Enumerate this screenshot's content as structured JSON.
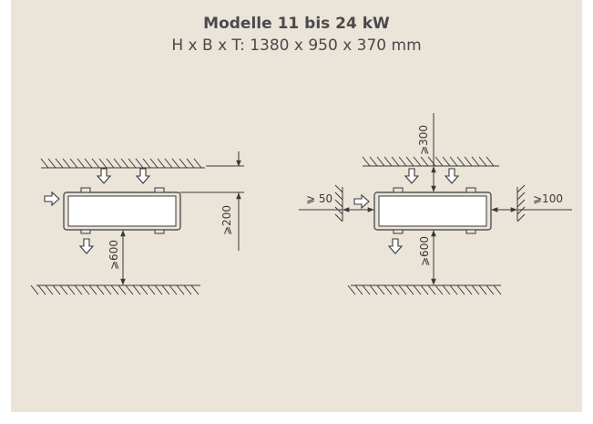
{
  "header": {
    "title": "Modelle 11 bis 24 kW",
    "subtitle": "H x B x T: 1380 x 950 x 370 mm"
  },
  "left_diagram": {
    "dim_right": "⩾200",
    "dim_bottom": "⩾600"
  },
  "right_diagram": {
    "dim_top": "⩾300",
    "dim_left": "⩾ 50",
    "dim_right": "⩾100",
    "dim_bottom": "⩾600"
  },
  "colors": {
    "background": "#ebe4d9",
    "line": "#3a3a3a"
  }
}
